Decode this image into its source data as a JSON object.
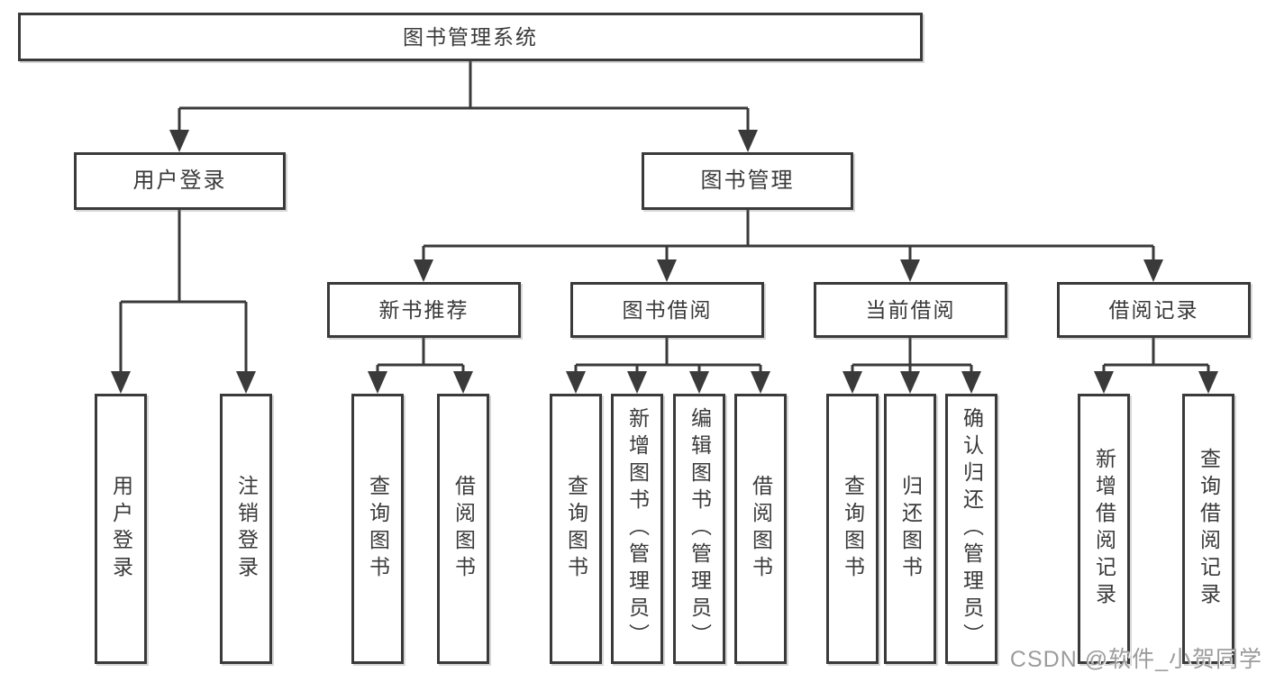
{
  "colors": {
    "line": "#3a3a3a",
    "border": "#3a3a3a",
    "text": "#3a3a3a",
    "background": "#ffffff",
    "watermark": "#9c9c9c"
  },
  "root": {
    "label": "图书管理系统"
  },
  "level2": [
    {
      "label": "用户登录"
    },
    {
      "label": "图书管理"
    }
  ],
  "level3": [
    {
      "label": "新书推荐"
    },
    {
      "label": "图书借阅"
    },
    {
      "label": "当前借阅"
    },
    {
      "label": "借阅记录"
    }
  ],
  "leaves": [
    {
      "label": "用户登录",
      "parent": "用户登录"
    },
    {
      "label": "注销登录",
      "parent": "用户登录"
    },
    {
      "label": "查询图书",
      "parent": "新书推荐"
    },
    {
      "label": "借阅图书",
      "parent": "新书推荐"
    },
    {
      "label": "查询图书",
      "parent": "图书借阅"
    },
    {
      "label": "新增图书（管理员）",
      "parent": "图书借阅"
    },
    {
      "label": "编辑图书（管理员）",
      "parent": "图书借阅"
    },
    {
      "label": "借阅图书",
      "parent": "图书借阅"
    },
    {
      "label": "查询图书",
      "parent": "当前借阅"
    },
    {
      "label": "归还图书",
      "parent": "当前借阅"
    },
    {
      "label": "确认归还（管理员）",
      "parent": "当前借阅"
    },
    {
      "label": "新增借阅记录",
      "parent": "借阅记录"
    },
    {
      "label": "查询借阅记录",
      "parent": "借阅记录"
    }
  ],
  "hierarchy": {
    "图书管理系统": [
      "用户登录",
      "图书管理"
    ],
    "用户登录": [
      "用户登录",
      "注销登录"
    ],
    "图书管理": [
      "新书推荐",
      "图书借阅",
      "当前借阅",
      "借阅记录"
    ],
    "新书推荐": [
      "查询图书",
      "借阅图书"
    ],
    "图书借阅": [
      "查询图书",
      "新增图书（管理员）",
      "编辑图书（管理员）",
      "借阅图书"
    ],
    "当前借阅": [
      "查询图书",
      "归还图书",
      "确认归还（管理员）"
    ],
    "借阅记录": [
      "新增借阅记录",
      "查询借阅记录"
    ]
  },
  "watermark": {
    "text": "CSDN @软件_小贺同学"
  }
}
